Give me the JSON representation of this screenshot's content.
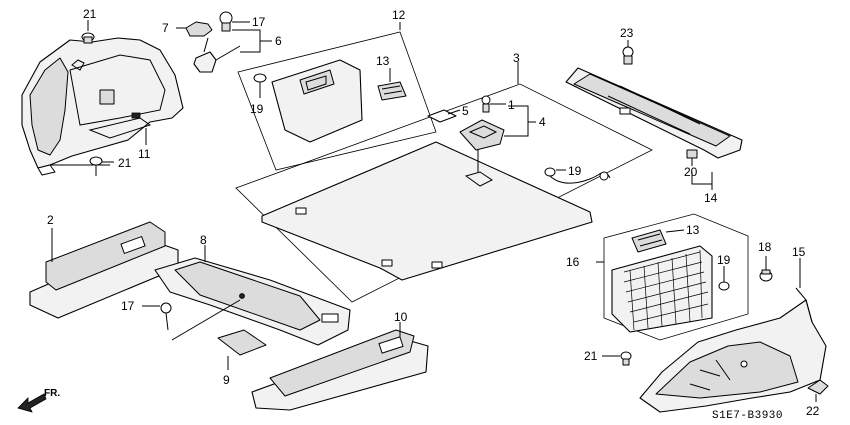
{
  "callouts": {
    "c1": "1",
    "c2": "2",
    "c3": "3",
    "c4": "4",
    "c5": "5",
    "c6": "6",
    "c7": "7",
    "c8": "8",
    "c9": "9",
    "c10": "10",
    "c11": "11",
    "c12": "12",
    "c13a": "13",
    "c13b": "13",
    "c14": "14",
    "c15": "15",
    "c16": "16",
    "c17a": "17",
    "c17b": "17",
    "c18": "18",
    "c19a": "19",
    "c19b": "19",
    "c19c": "19",
    "c20": "20",
    "c21a": "21",
    "c21b": "21",
    "c21c": "21",
    "c22": "22",
    "c23": "23"
  },
  "diagram_code": "S1E7-B3930",
  "direction_label": "FR."
}
